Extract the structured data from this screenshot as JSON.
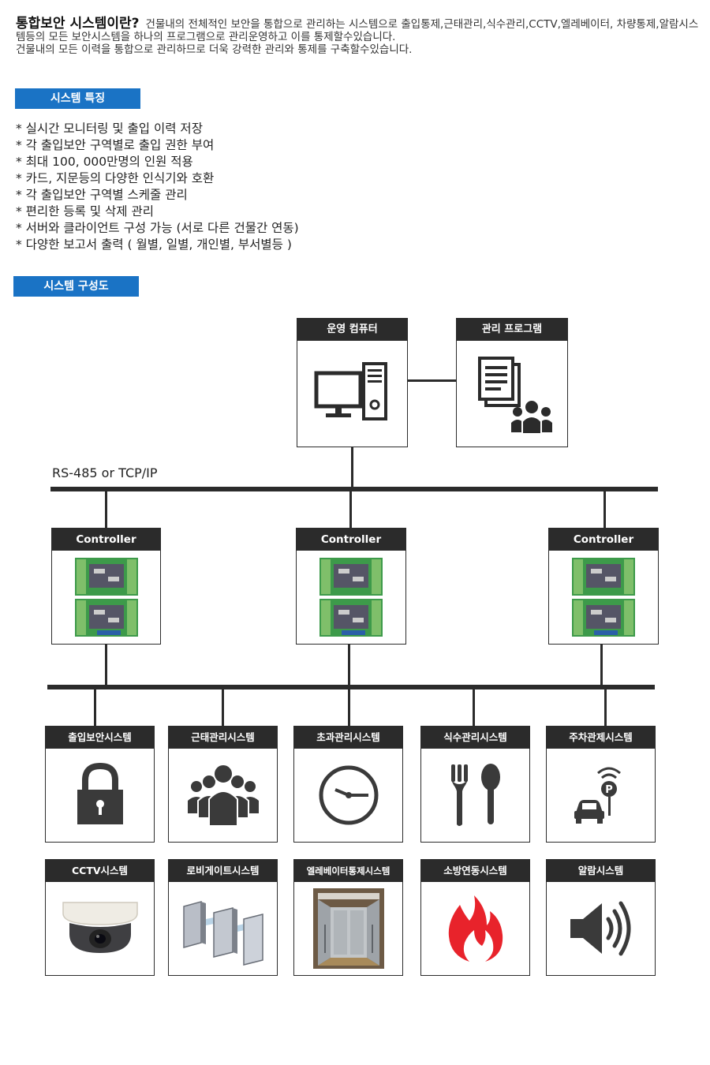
{
  "intro": {
    "title": "통합보안 시스템이란?",
    "body": "건물내의 전체적인 보안을 통합으로 관리하는 시스템으로 출입통제,근태관리,식수관리,CCTV,엘레베이터, 차량통제,알람시스템등의 모든 보안시스템을 하나의 프로그램으로 관리운영하고 이를 통제할수있습니다.",
    "body2": "건물내의 모든 이력을 통합으로 관리하므로 더욱 강력한 관리와 통제를 구축할수있습니다."
  },
  "features_section": {
    "heading": "시스템 특징",
    "items": [
      "* 실시간 모니터링 및 출입 이력 저장",
      "* 각 출입보안 구역별로 출입 권한 부여",
      "* 최대 100, 000만명의 인원 적용",
      "* 카드, 지문등의 다양한 인식기와 호환",
      "* 각 출입보안 구역별 스케줄 관리",
      "* 편리한 등록 및 삭제 관리",
      "* 서버와 클라이언트 구성 가능 (서로 다른 건물간 연동)",
      "* 다양한 보고서 출력 ( 월별,  일별,  개인별,  부서별등 )"
    ]
  },
  "diagram_section": {
    "heading": "시스템 구성도",
    "operation_computer": {
      "label": "운영 컴퓨터",
      "icon": "computer-icon"
    },
    "management_program": {
      "label": "관리 프로그램",
      "icon": "documents-people-icon"
    },
    "bus_label": "RS-485 or TCP/IP",
    "controllers": [
      {
        "label": "Controller"
      },
      {
        "label": "Controller"
      },
      {
        "label": "Controller"
      }
    ],
    "subsystems_row1": [
      {
        "label": "출입보안시스템",
        "icon": "lock-icon"
      },
      {
        "label": "근태관리시스템",
        "icon": "people-group-icon"
      },
      {
        "label": "초과관리시스템",
        "icon": "clock-icon"
      },
      {
        "label": "식수관리시스템",
        "icon": "fork-spoon-icon"
      },
      {
        "label": "주차관제시스템",
        "icon": "car-parking-icon"
      }
    ],
    "subsystems_row2": [
      {
        "label": "CCTV시스템",
        "icon": "cctv-camera-icon"
      },
      {
        "label": "로비게이트시스템",
        "icon": "speed-gate-icon"
      },
      {
        "label": "엘레베이터통제시스템",
        "icon": "elevator-icon"
      },
      {
        "label": "소방연동시스템",
        "icon": "fire-icon"
      },
      {
        "label": "알람시스템",
        "icon": "speaker-icon"
      }
    ]
  },
  "colors": {
    "section_blue": "#1a73c5",
    "dark": "#2b2b2b",
    "fire_red": "#e8232b",
    "board_green": "#3d9a4a"
  }
}
